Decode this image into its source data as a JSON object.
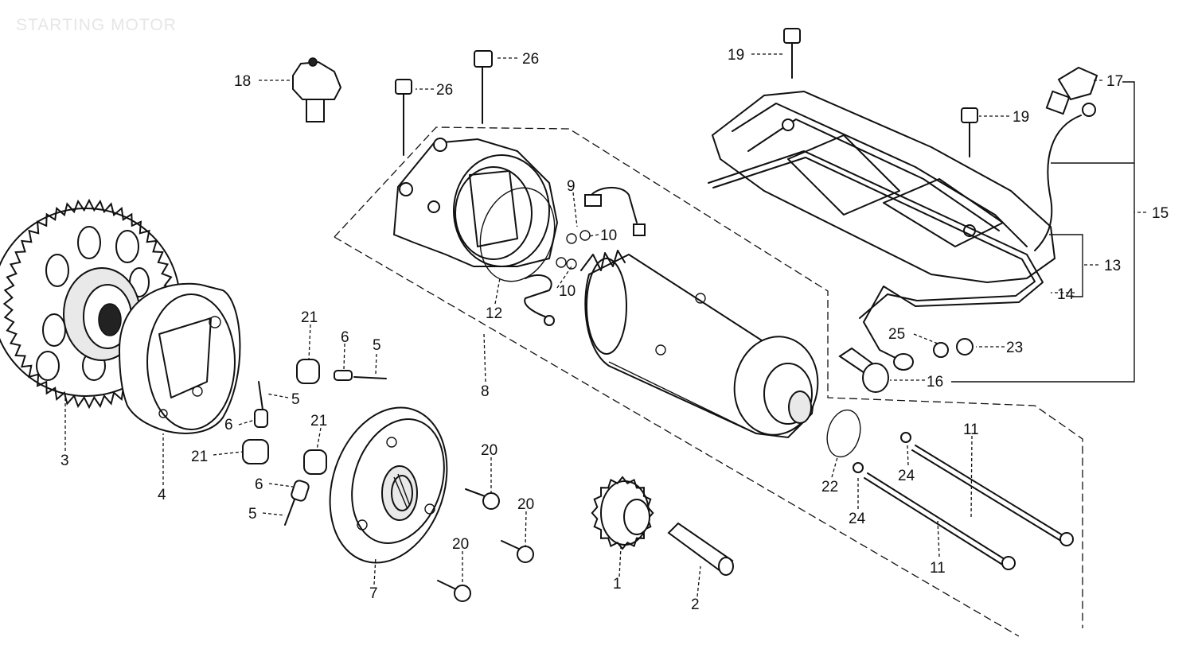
{
  "title": "STARTING MOTOR",
  "callouts": [
    {
      "id": "c1",
      "text": "1"
    },
    {
      "id": "c2",
      "text": "2"
    },
    {
      "id": "c3",
      "text": "3"
    },
    {
      "id": "c4",
      "text": "4"
    },
    {
      "id": "c5a",
      "text": "5"
    },
    {
      "id": "c5b",
      "text": "5"
    },
    {
      "id": "c5c",
      "text": "5"
    },
    {
      "id": "c6a",
      "text": "6"
    },
    {
      "id": "c6b",
      "text": "6"
    },
    {
      "id": "c6c",
      "text": "6"
    },
    {
      "id": "c7",
      "text": "7"
    },
    {
      "id": "c8",
      "text": "8"
    },
    {
      "id": "c9",
      "text": "9"
    },
    {
      "id": "c10a",
      "text": "10"
    },
    {
      "id": "c10b",
      "text": "10"
    },
    {
      "id": "c11a",
      "text": "11"
    },
    {
      "id": "c11b",
      "text": "11"
    },
    {
      "id": "c12",
      "text": "12"
    },
    {
      "id": "c13",
      "text": "13"
    },
    {
      "id": "c14",
      "text": "14"
    },
    {
      "id": "c15",
      "text": "15"
    },
    {
      "id": "c16",
      "text": "16"
    },
    {
      "id": "c17",
      "text": "17"
    },
    {
      "id": "c18",
      "text": "18"
    },
    {
      "id": "c19a",
      "text": "19"
    },
    {
      "id": "c19b",
      "text": "19"
    },
    {
      "id": "c20a",
      "text": "20"
    },
    {
      "id": "c20b",
      "text": "20"
    },
    {
      "id": "c20c",
      "text": "20"
    },
    {
      "id": "c21a",
      "text": "21"
    },
    {
      "id": "c21b",
      "text": "21"
    },
    {
      "id": "c21c",
      "text": "21"
    },
    {
      "id": "c22",
      "text": "22"
    },
    {
      "id": "c23",
      "text": "23"
    },
    {
      "id": "c24a",
      "text": "24"
    },
    {
      "id": "c24b",
      "text": "24"
    },
    {
      "id": "c25",
      "text": "25"
    },
    {
      "id": "c26a",
      "text": "26"
    },
    {
      "id": "c26b",
      "text": "26"
    }
  ]
}
